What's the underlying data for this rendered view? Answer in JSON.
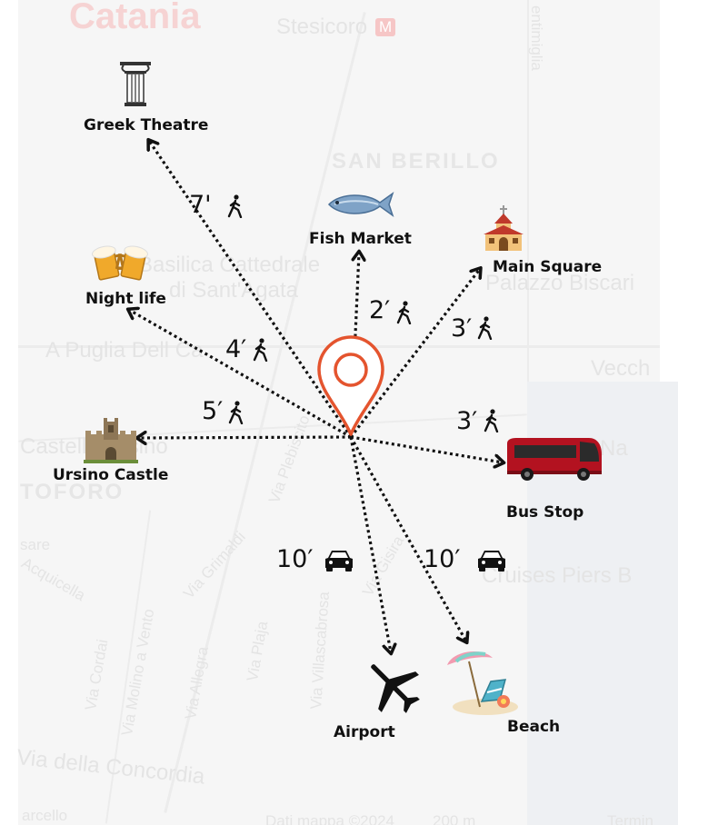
{
  "map": {
    "city_label": "Catania",
    "labels": {
      "stesicoro": "Stesicoro",
      "metro": "M",
      "entimiglia": "entimiglia",
      "san_berillo": "SAN BERILLO",
      "basilica_1": "Basilica Cattedrale",
      "basilica_2": "di Sant'Agata",
      "palazzo": "Palazzo Biscari",
      "puglia": "A Puglia Dell Ca",
      "vecch": "Vecch",
      "castello": "Castello Ursino",
      "toforo": "TOFORO",
      "porto": "Porto Na",
      "via_plebiscito": "Via Plebiscito",
      "via_gisira": "Via Gisira",
      "via_grimaldi": "Via Grimaldi",
      "cruises": "Cruises Piers B",
      "acquicella": "Acquicella",
      "via_cordai": "Via Cordai",
      "via_molino": "Via Molino a Vento",
      "via_allegra": "Via Allegra",
      "via_plaja": "Via Plaja",
      "villascabrosa": "Via Villascabrosa",
      "via_concordia": "Via della Concordia",
      "sare": "sare",
      "marcello": "arcello",
      "attribution": "Dati mappa ©2024",
      "scale": "200 m",
      "terms": "Termin"
    }
  },
  "destinations": [
    {
      "key": "greek_theatre",
      "label": "Greek Theatre",
      "time": "7'",
      "mode": "walk",
      "icon": "greek-column-icon"
    },
    {
      "key": "fish_market",
      "label": "Fish Market",
      "time": "2′",
      "mode": "walk",
      "icon": "fish-icon"
    },
    {
      "key": "main_square",
      "label": "Main Square",
      "time": "3′",
      "mode": "walk",
      "icon": "church-icon"
    },
    {
      "key": "night_life",
      "label": "Night life",
      "time": "4′",
      "mode": "walk",
      "icon": "beer-mugs-icon"
    },
    {
      "key": "ursino_castle",
      "label": "Ursino Castle",
      "time": "5′",
      "mode": "walk",
      "icon": "castle-icon"
    },
    {
      "key": "bus_stop",
      "label": "Bus Stop",
      "time": "3′",
      "mode": "walk",
      "icon": "bus-icon"
    },
    {
      "key": "airport",
      "label": "Airport",
      "time": "10′",
      "mode": "car",
      "icon": "airplane-icon"
    },
    {
      "key": "beach",
      "label": "Beach",
      "time": "10′",
      "mode": "car",
      "icon": "beach-umbrella-icon"
    }
  ],
  "colors": {
    "pin": "#e4542e",
    "arrow": "#111111",
    "bus": "#b31220",
    "faded_red": "#f6d3d3"
  }
}
